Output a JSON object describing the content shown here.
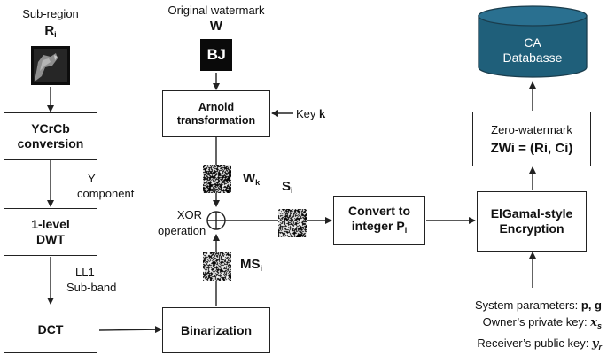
{
  "labels": {
    "subregion": "Sub-region",
    "subregion_symbol": "R",
    "subregion_sub": "i",
    "original_watermark": "Original watermark",
    "watermark_symbol": "W",
    "watermark_image_text": "BJ",
    "key_prefix": "Key ",
    "key_symbol": "k",
    "y_component_1": "Y",
    "y_component_2": "component",
    "ll1_1": "LL1",
    "ll1_2": "Sub-band",
    "wk_symbol": "W",
    "wk_sub": "k",
    "si_symbol": "S",
    "si_sub": "i",
    "msi_symbol": "MS",
    "msi_sub": "i",
    "xor_1": "XOR",
    "xor_2": "operation",
    "sys_params_prefix": "System parameters: ",
    "sys_params_value": "p, g",
    "owner_key_prefix": "Owner’s private key: ",
    "owner_key_symbol": "x",
    "owner_key_sub": "s",
    "receiver_key_prefix": "Receiver’s public key: ",
    "receiver_key_symbol": "y",
    "receiver_key_sub": "r"
  },
  "boxes": {
    "ycrcb_1": "YCrCb",
    "ycrcb_2": "conversion",
    "dwt_1": "1-level",
    "dwt_2": "DWT",
    "dct": "DCT",
    "arnold_1": "Arnold",
    "arnold_2": "transformation",
    "binarization": "Binarization",
    "convert_1": "Convert to",
    "convert_2": "integer P",
    "convert_sub": "i",
    "elgamal_1": "ElGamal-style",
    "elgamal_2": "Encryption",
    "zw_title": "Zero-watermark",
    "zw_formula": "ZWi = (Ri, Ci)"
  },
  "database": {
    "line1": "CA",
    "line2": "Databasse"
  },
  "colors": {
    "database_fill": "#1f5f7a",
    "database_top": "#2a7090",
    "line": "#222222"
  }
}
